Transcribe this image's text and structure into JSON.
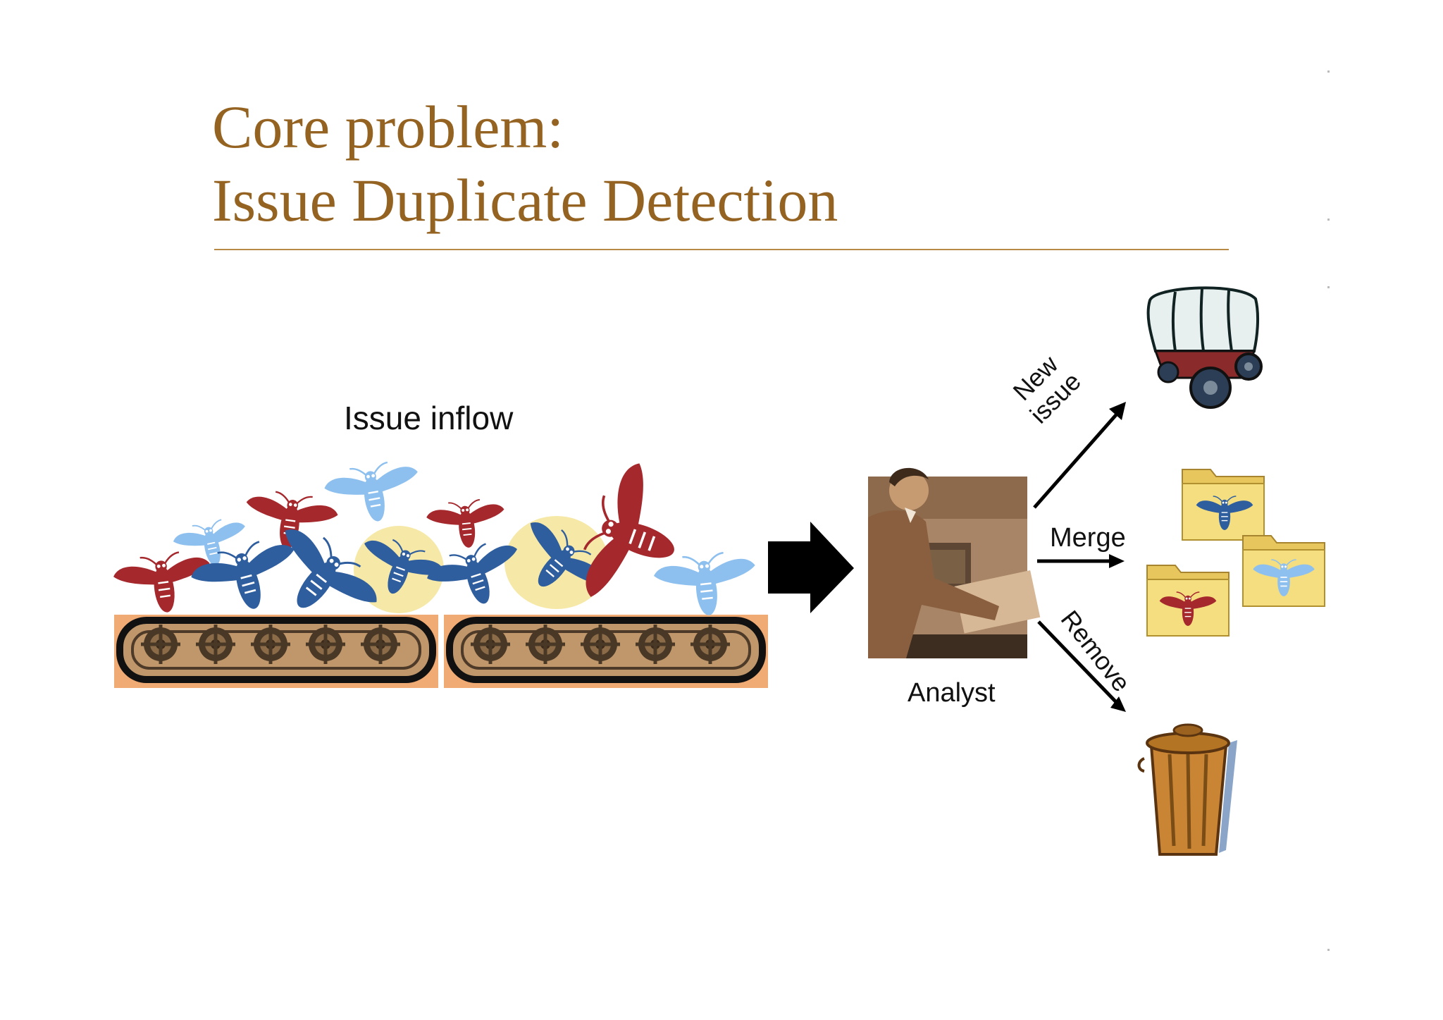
{
  "slide": {
    "title_line1": "Core problem:",
    "title_line2": "Issue Duplicate Detection"
  },
  "labels": {
    "issue_inflow": "Issue inflow",
    "analyst": "Analyst",
    "new_issue_line1": "New",
    "new_issue_line2": "issue",
    "merge": "Merge",
    "remove": "Remove"
  },
  "icons": {
    "bug": "bug-icon",
    "conveyor": "conveyor-belt-icon",
    "arrow": "big-arrow-icon",
    "analyst": "analyst-at-desk-icon",
    "wagon": "covered-wagon-icon",
    "folder": "bug-folder-icon",
    "trash": "trash-can-icon"
  },
  "colors": {
    "title": "#956321",
    "bug_red": "#a5282d",
    "bug_blue": "#2f5e9f",
    "bug_light_blue": "#8ec0ef",
    "highlight": "#f3e08a",
    "belt": "#c89b6b",
    "folder": "#f3dc78"
  }
}
